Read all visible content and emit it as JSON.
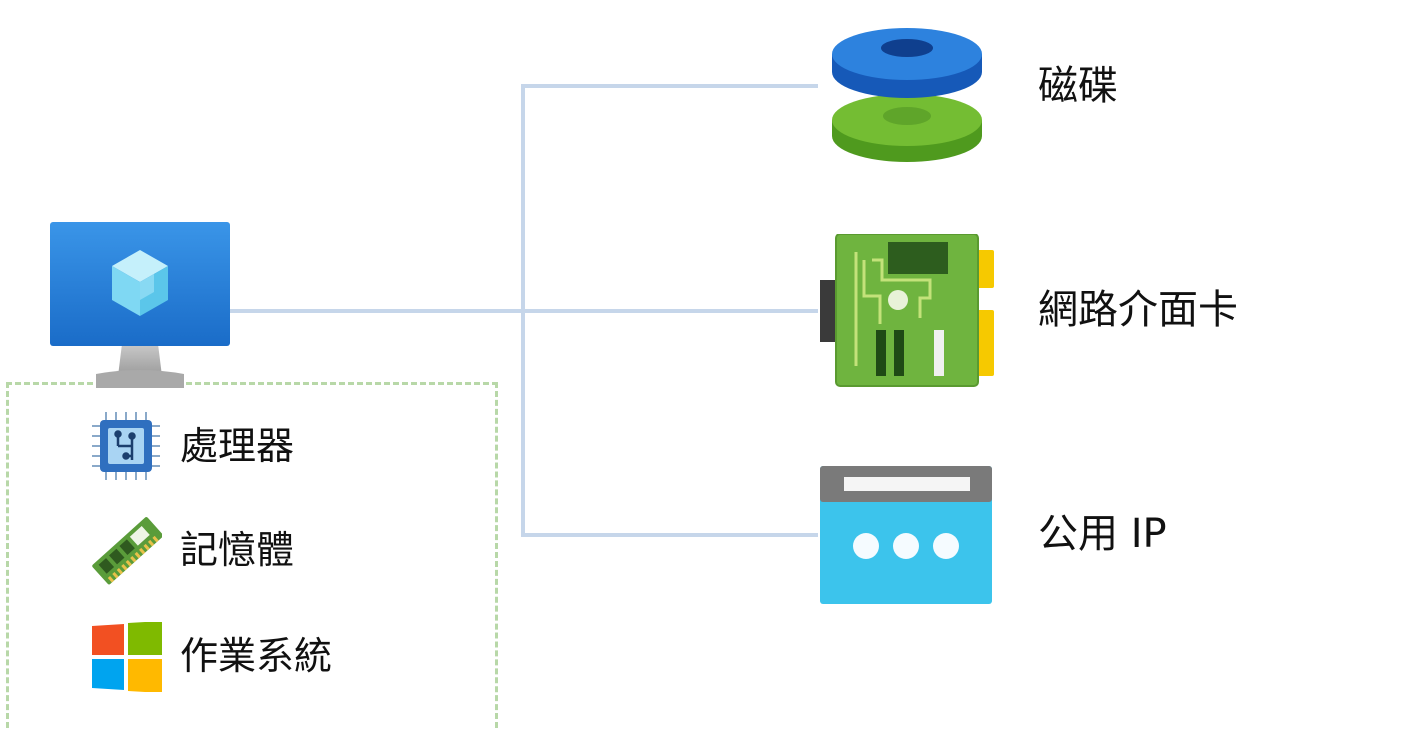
{
  "resources": {
    "disk": {
      "label": "磁碟",
      "icon": "disk-stack-icon"
    },
    "nic": {
      "label": "網路介面卡",
      "icon": "network-card-icon"
    },
    "public_ip": {
      "label": "公用 IP",
      "icon": "public-ip-icon"
    }
  },
  "vm": {
    "icon": "virtual-machine-monitor-icon",
    "components": [
      {
        "label": "處理器",
        "icon": "cpu-chip-icon"
      },
      {
        "label": "記憶體",
        "icon": "memory-module-icon"
      },
      {
        "label": "作業系統",
        "icon": "windows-logo-icon"
      }
    ]
  },
  "colors": {
    "connector": "#c6d6ea",
    "group_border": "#b8d8a8",
    "disk_blue": "#1e6fd0",
    "disk_green": "#6ab42d",
    "nic_green": "#6fb43f",
    "ip_blue": "#3cc4ec",
    "monitor_blue": "#2a86e0"
  }
}
